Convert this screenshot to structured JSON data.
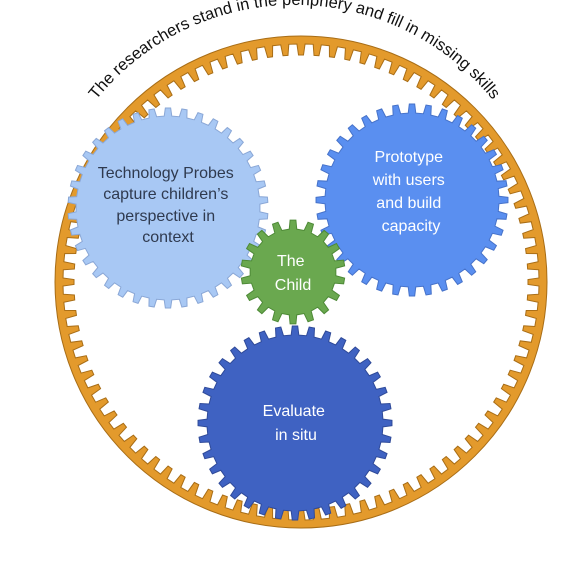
{
  "ring": {
    "caption": "The researchers stand in the periphery and fill in missing skills",
    "color": "#e39a2c",
    "stroke": "#a86d16"
  },
  "gears": {
    "probes": {
      "lines": [
        "Technology Probes",
        "capture children’s",
        "perspective in",
        "context"
      ],
      "fill": "#a8c8f4",
      "stroke": "#8aa7d6",
      "text_color": "#2f3a4f"
    },
    "prototype": {
      "lines": [
        "Prototype",
        "with users",
        "and build",
        "capacity"
      ],
      "fill": "#5a8ff0",
      "stroke": "#4672c9",
      "text_color": "#ffffff"
    },
    "child": {
      "lines": [
        "The",
        "Child"
      ],
      "fill": "#6aa84f",
      "stroke": "#4e8a37",
      "text_color": "#ffffff"
    },
    "evaluate": {
      "lines": [
        "Evaluate",
        "in situ"
      ],
      "fill": "#3f62c2",
      "stroke": "#2f4a99",
      "text_color": "#ffffff"
    }
  }
}
